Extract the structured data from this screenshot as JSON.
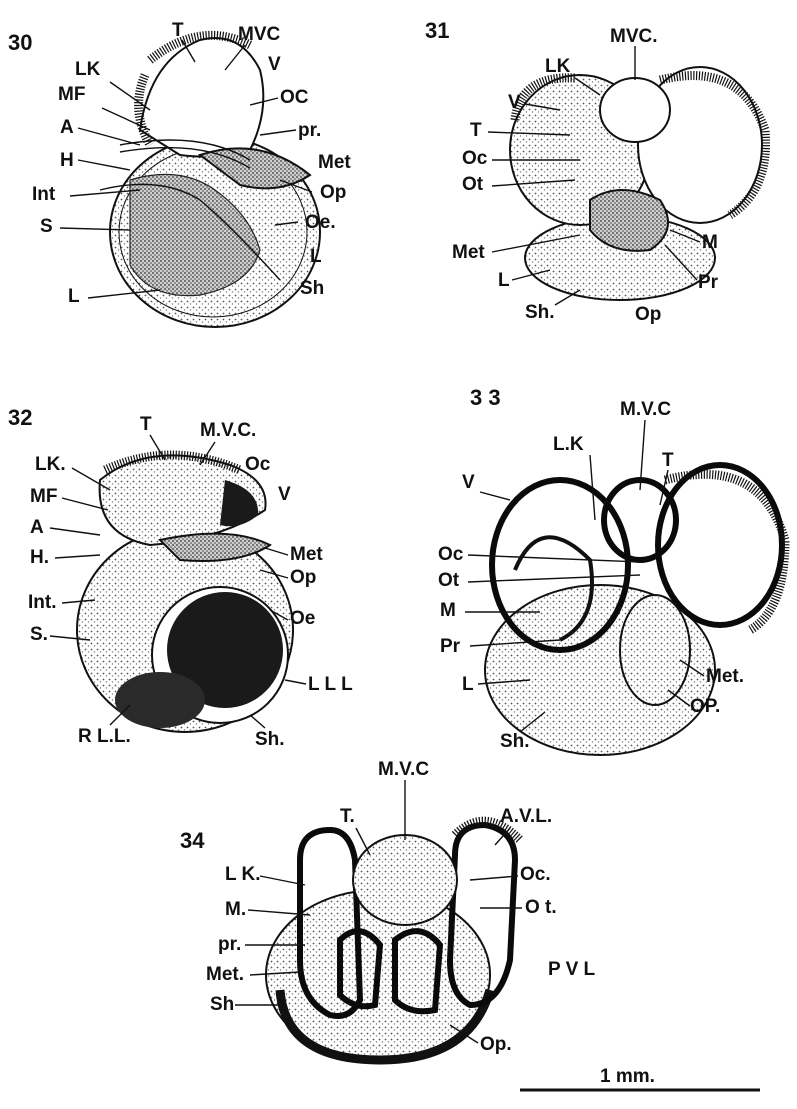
{
  "colors": {
    "ink": "#111111",
    "stipple": "#9a9a9a",
    "paper": "#ffffff",
    "dark_fill": "#1a1a1a"
  },
  "figures": [
    {
      "number": "30",
      "labels": [
        "T",
        "MVC",
        "LK",
        "V",
        "MF",
        "OC",
        "A",
        "pr.",
        "H",
        "Met",
        "Int",
        "Op",
        "S",
        "Oe.",
        "L",
        "L",
        "Sh"
      ]
    },
    {
      "number": "31",
      "labels": [
        "MVC.",
        "LK",
        "V",
        "T",
        "Oc",
        "Ot",
        "M",
        "Met",
        "Pr",
        "L",
        "Sh.",
        "Op"
      ]
    },
    {
      "number": "32",
      "labels": [
        "T",
        "M.V.C.",
        "LK.",
        "Oc",
        "MF",
        "V",
        "A",
        "Met",
        "H.",
        "Op",
        "Int.",
        "Oe",
        "S.",
        "L L L",
        "R L.L.",
        "Sh."
      ]
    },
    {
      "number": "3 3",
      "labels": [
        "M.V.C",
        "L.K",
        "V",
        "T",
        "Oc",
        "Ot",
        "M",
        "Pr",
        "L",
        "Met.",
        "OP.",
        "Sh."
      ]
    },
    {
      "number": "34",
      "labels": [
        "M.V.C",
        "T.",
        "A.V.L.",
        "L K.",
        "Oc.",
        "M.",
        "O t.",
        "pr.",
        "Met.",
        "P V L",
        "Sh",
        "Op."
      ]
    }
  ],
  "scale_bar": {
    "label": "1 mm."
  }
}
